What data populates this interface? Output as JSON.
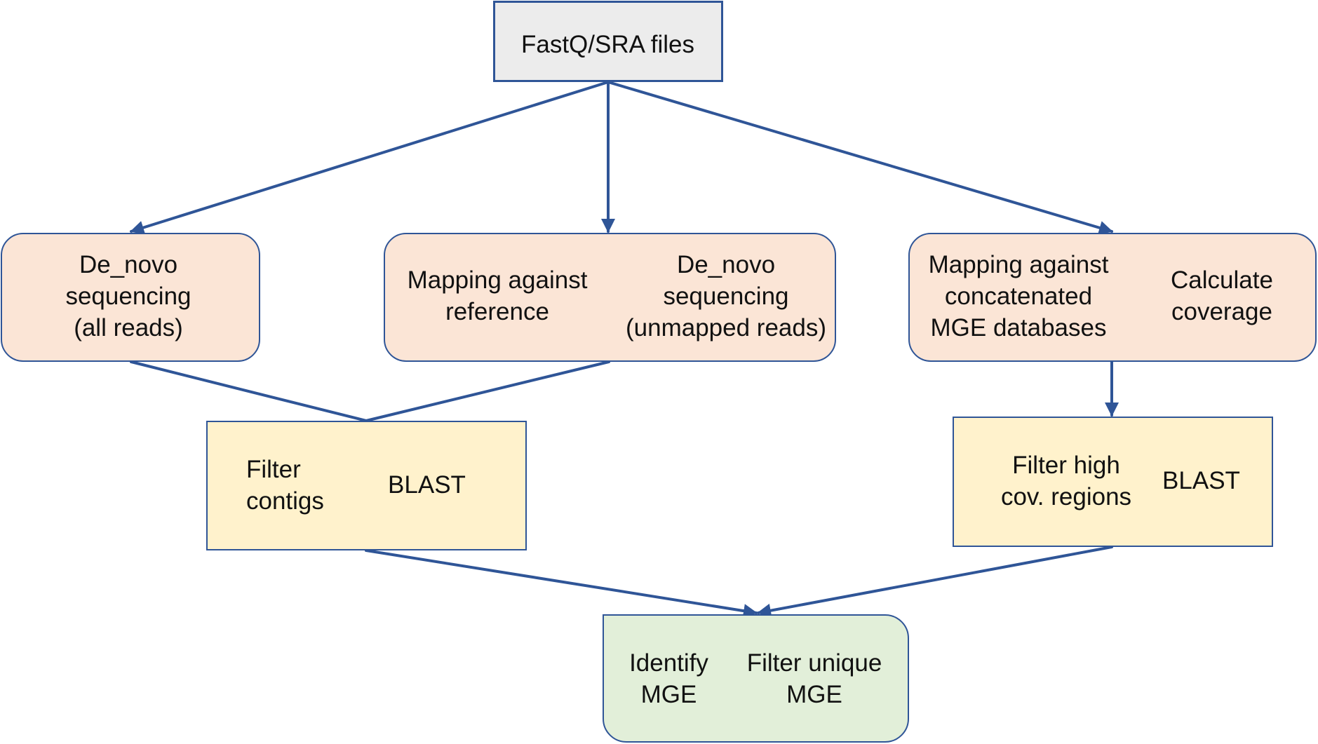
{
  "source": {
    "label": "FastQ/SRA files"
  },
  "branches": {
    "left": {
      "step": "De_novo\nsequencing\n(all reads)"
    },
    "middle": {
      "step1": "Mapping against\nreference",
      "step2": "De_novo\nsequencing\n(unmapped reads)"
    },
    "right": {
      "step1": "Mapping against\nconcatenated\nMGE databases",
      "step2": "Calculate\ncoverage"
    }
  },
  "filters": {
    "contigs": {
      "step1": "Filter\ncontigs",
      "step2": "BLAST"
    },
    "coverage": {
      "step1": "Filter high\ncov. regions",
      "step2": "BLAST"
    }
  },
  "final": {
    "step1": "Identify\nMGE",
    "step2": "Filter unique\nMGE"
  },
  "colors": {
    "edge": "#2f5597",
    "source_fill": "#ececec",
    "process_fill": "#fbe5d6",
    "filter_fill": "#fff2cc",
    "final_fill": "#e2efd9"
  }
}
